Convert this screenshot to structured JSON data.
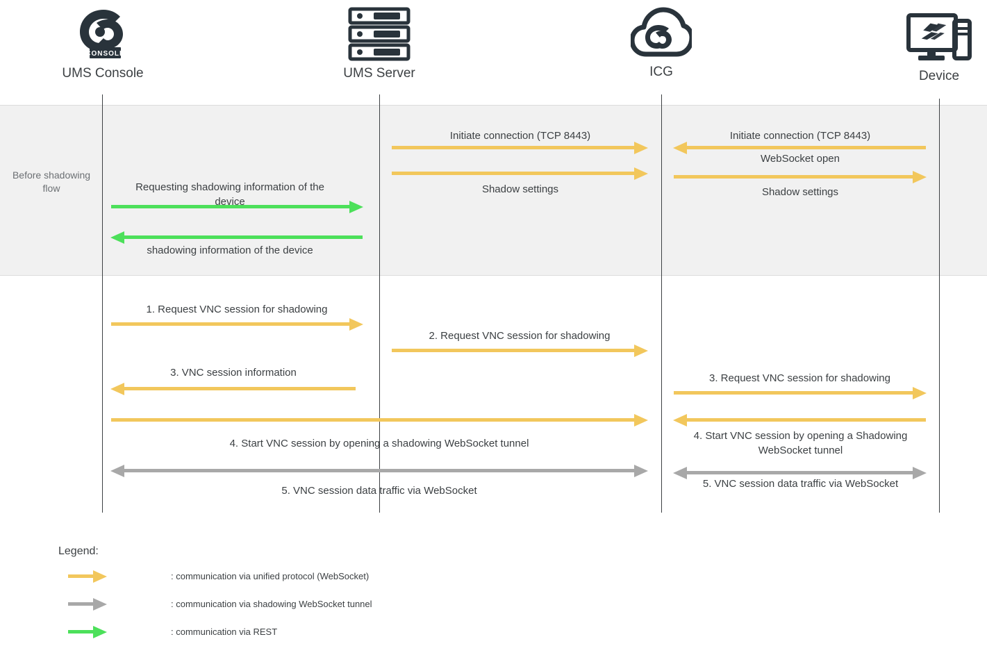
{
  "diagram": {
    "title": "UMS shadowing sequence diagram",
    "colors": {
      "yellow": "#F2C75C",
      "green": "#4CE05A",
      "grey": "#A8A8A8",
      "lifeline": "#3C4043",
      "band_background": "#F1F1F1"
    },
    "actors": [
      {
        "id": "ums-console",
        "label": "UMS Console",
        "icon": "ums-console-logo-icon"
      },
      {
        "id": "ums-server",
        "label": "UMS Server",
        "icon": "server-rack-icon"
      },
      {
        "id": "icg",
        "label": "ICG",
        "icon": "cloud-gateway-icon"
      },
      {
        "id": "device",
        "label": "Device",
        "icon": "monitor-device-icon"
      }
    ],
    "phase": {
      "label": "Before shadowing flow"
    },
    "messages": [
      {
        "id": "m1",
        "text": "Initiate connection (TCP 8443)",
        "color": "yellow",
        "direction": "right",
        "from": "ums-server",
        "to": "icg"
      },
      {
        "id": "m2",
        "text": "Initiate connection (TCP 8443)",
        "color": "yellow",
        "direction": "left",
        "from": "device",
        "to": "icg"
      },
      {
        "id": "m3",
        "text": "WebSocket open",
        "color": "yellow",
        "direction": "right",
        "from": "icg",
        "to": "device"
      },
      {
        "id": "m4",
        "text": "Shadow settings",
        "color": "yellow",
        "direction": "right",
        "from": "ums-server",
        "to": "icg"
      },
      {
        "id": "m5",
        "text": "Shadow settings",
        "color": "yellow",
        "direction": "right",
        "from": "icg",
        "to": "device"
      },
      {
        "id": "m6",
        "text": "Requesting shadowing information of the device",
        "color": "green",
        "direction": "right",
        "from": "ums-console",
        "to": "ums-server"
      },
      {
        "id": "m7",
        "text": "shadowing information of the device",
        "color": "green",
        "direction": "left",
        "from": "ums-server",
        "to": "ums-console"
      },
      {
        "id": "m8",
        "text": "1.   Request VNC session for shadowing",
        "color": "yellow",
        "direction": "right",
        "from": "ums-console",
        "to": "ums-server"
      },
      {
        "id": "m9",
        "text": "2.   Request VNC session for shadowing",
        "color": "yellow",
        "direction": "right",
        "from": "ums-server",
        "to": "icg"
      },
      {
        "id": "m10",
        "text": "3.   VNC session information",
        "color": "yellow",
        "direction": "left",
        "from": "ums-server",
        "to": "ums-console"
      },
      {
        "id": "m11",
        "text": "3.   Request VNC session for shadowing",
        "color": "yellow",
        "direction": "right",
        "from": "icg",
        "to": "device"
      },
      {
        "id": "m12",
        "text": "4.   Start VNC session by opening a shadowing WebSocket tunnel",
        "color": "yellow",
        "direction": "right",
        "from": "ums-console",
        "to": "icg"
      },
      {
        "id": "m13",
        "text": "4.   Start VNC session by opening a Shadowing WebSocket tunnel",
        "color": "yellow",
        "direction": "left",
        "from": "device",
        "to": "icg"
      },
      {
        "id": "m14",
        "text": "5.   VNC session data traffic via WebSocket",
        "color": "grey",
        "direction": "both",
        "from": "ums-console",
        "to": "icg"
      },
      {
        "id": "m15",
        "text": "5.   VNC session data traffic via WebSocket",
        "color": "grey",
        "direction": "both",
        "from": "icg",
        "to": "device"
      }
    ],
    "legend": {
      "title": "Legend:",
      "items": [
        {
          "color": "yellow",
          "text": ": communication via unified protocol (WebSocket)"
        },
        {
          "color": "grey",
          "text": ": communication via shadowing WebSocket tunnel"
        },
        {
          "color": "green",
          "text": ": communication via REST"
        }
      ]
    }
  }
}
